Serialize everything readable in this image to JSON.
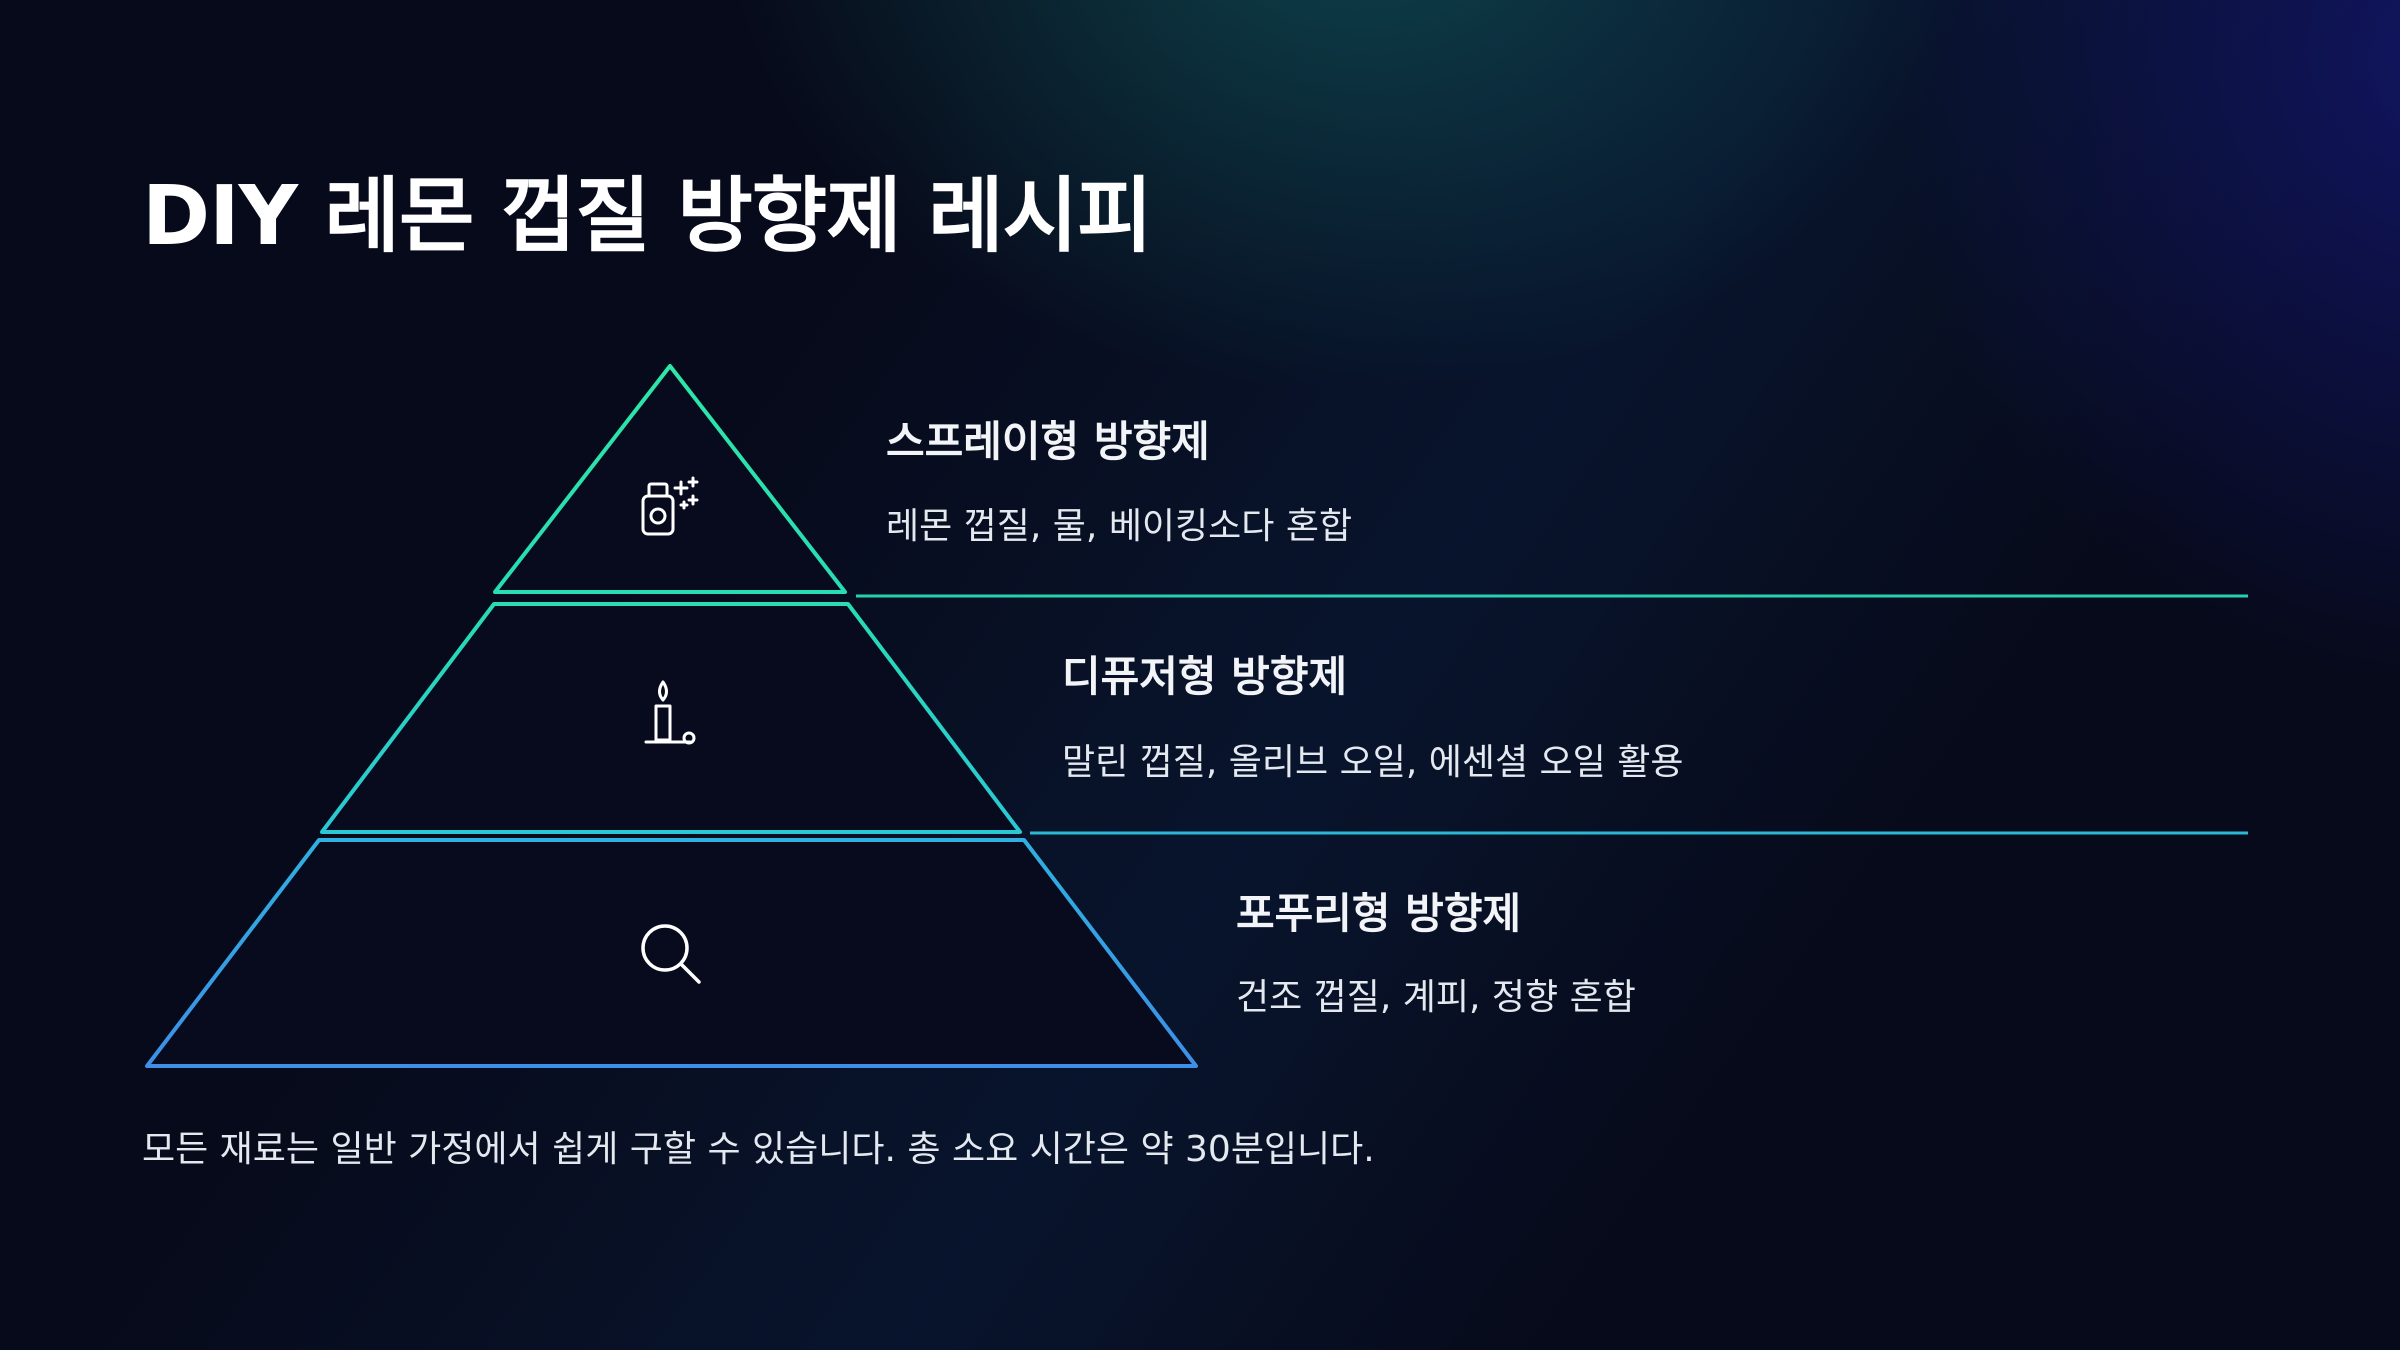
{
  "title": "DIY 레몬 껍질 방향제 레시피",
  "levels": [
    {
      "heading": "스프레이형 방향제",
      "desc": "레몬 껍질, 물, 베이킹소다 혼합",
      "icon": "spray-bottle-icon",
      "color": "#2ee6a8"
    },
    {
      "heading": "디퓨저형 방향제",
      "desc": "말린 껍질, 올리브 오일, 에센셜 오일 활용",
      "icon": "candle-icon",
      "color": "#26d4c4"
    },
    {
      "heading": "포푸리형 방향제",
      "desc": "건조 껍질, 계피, 정향 혼합",
      "icon": "magnifier-icon",
      "color": "#3d9ce8"
    }
  ],
  "footer": "모든 재료는 일반 가정에서 쉽게 구할 수 있습니다. 총 소요 시간은 약 30분입니다."
}
